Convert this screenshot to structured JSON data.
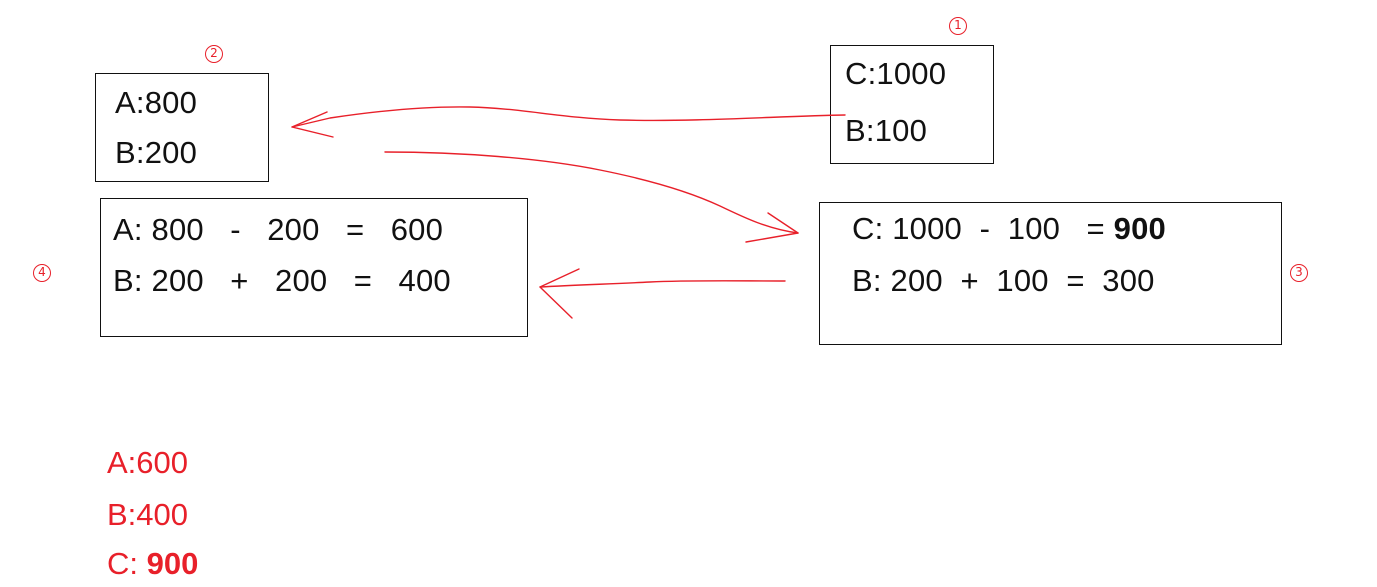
{
  "colors": {
    "annotation": "#e8202a",
    "box_border": "#111111",
    "text": "#111111"
  },
  "markers": {
    "m1": "1",
    "m2": "2",
    "m3": "3",
    "m4": "4"
  },
  "box1": {
    "line1": "C:1000",
    "line2": "B:100"
  },
  "box2": {
    "line1": "A:800",
    "line2": "B:200"
  },
  "box3": {
    "line1_prefix": "C: 1000  -  100   = ",
    "line1_bold": "900",
    "line2": "B: 200  +  100  =  300"
  },
  "box4": {
    "line1": "A: 800   -   200   =   600",
    "line2": "B: 200   +   200   =   400"
  },
  "results": {
    "a": "A:600",
    "b": "B:400",
    "c_prefix": "C: ",
    "c_bold": "900"
  }
}
